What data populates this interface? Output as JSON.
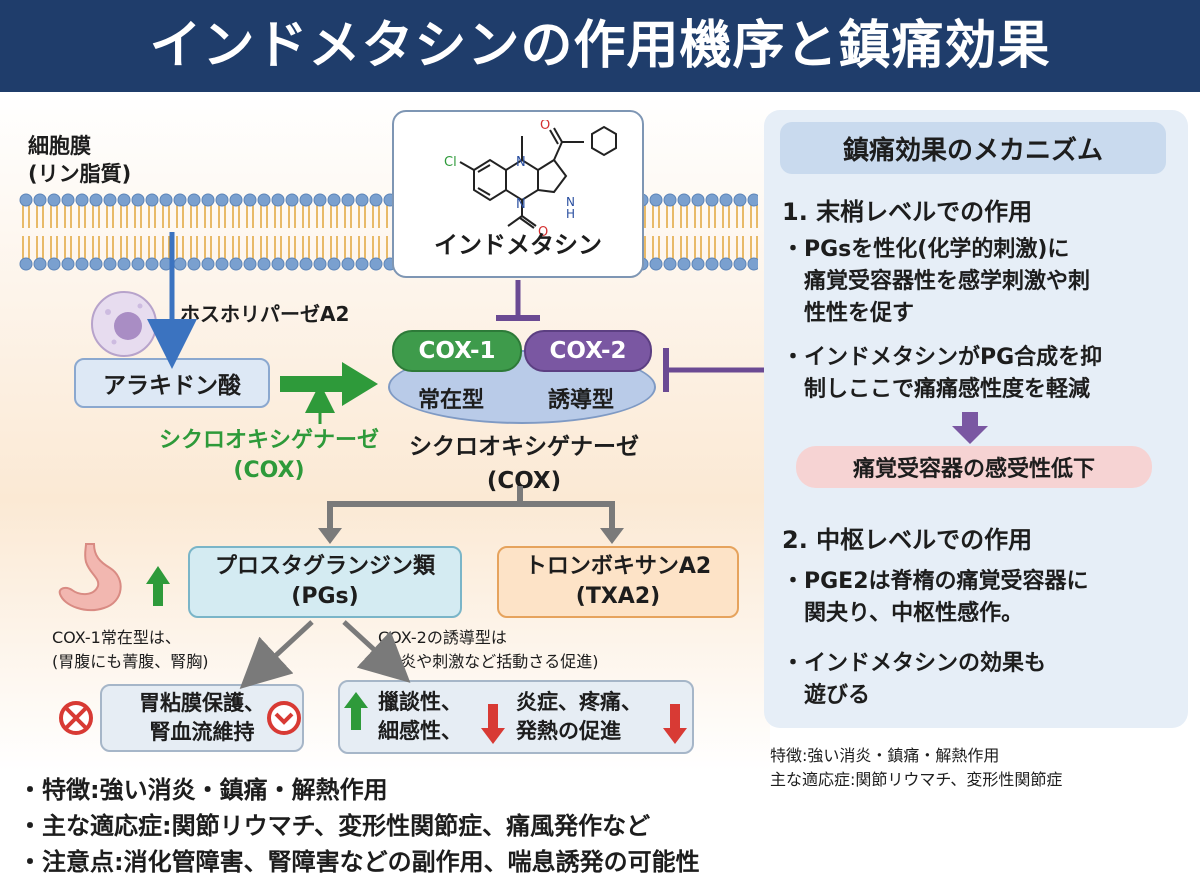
{
  "header": {
    "title": "インドメタシンの作用機序と鎮痛効果"
  },
  "membrane": {
    "label_line1": "細胞膜",
    "label_line2": "(リン脂質)"
  },
  "pathway": {
    "enzyme_a2": "ホスホリパーゼA2",
    "arachidonic_acid": "アラキドン酸",
    "cox_label_green_line1": "シクロオキシゲナーゼ",
    "cox_label_green_line2": "(COX)"
  },
  "drug": {
    "name": "インドメタシン",
    "molecule_atoms": {
      "cl": "Cl",
      "n": "N",
      "o": "O",
      "nh": "N",
      "h": "H"
    }
  },
  "cox": {
    "cox1": "COX-1",
    "cox2": "COX-2",
    "cox1_type": "常在型",
    "cox2_type": "誘導型",
    "name_line1": "シクロオキシゲナーゼ",
    "name_line2": "(COX)"
  },
  "products": {
    "pg_line1": "プロスタグランジン類",
    "pg_line2": "(PGs)",
    "tx_line1": "トロンボキサンA2",
    "tx_line2": "(TXA2)"
  },
  "notes": {
    "cox1_line1": "COX-1常在型は、",
    "cox1_line2": "(胃腹にも菁腹、腎胸)",
    "cox2_line1": "COX-2の誘導型は",
    "cox2_line2": "(炎炎や刺激など括動さる促進)"
  },
  "effects": {
    "gastric_line1": "胃粘膜保護、",
    "gastric_line2": "腎血流維持",
    "inf_a_line1": "擸談性、",
    "inf_a_line2": "細感性、",
    "inf_b_line1": "炎症、疼痛、",
    "inf_b_line2": "発熱の促進"
  },
  "mechanism": {
    "title": "鎮痛効果のメカニズム",
    "section1": "1. 末梢レベルでの作用",
    "s1_b1_l1": "PGsを性化(化学的刺激)に",
    "s1_b1_l2": "痛覚受容器性を感学刺激や刺",
    "s1_b1_l3": "性性を促す",
    "s1_b2_l1": "インドメタシンがPG合成を抑",
    "s1_b2_l2": "制しここで痛痛感性度を軽減",
    "result": "痛覚受容器の感受性低下",
    "section2": "2. 中枢レベルでの作用",
    "s2_b1_l1": "PGE2は脊楕の痛覚受容器に",
    "s2_b1_l2": "関夬り、中枢性感作。",
    "s2_b2_l1": "インドメタシンの効果も",
    "s2_b2_l2": "遊びる",
    "bullet_mark": "・"
  },
  "small_notes": {
    "line1": "特徴:強い消炎・鎮痛・解熱作用",
    "line2": "主な適応症:関節リウマチ、変形性関節症"
  },
  "bottom": {
    "item1": "・特徴:強い消炎・鎮痛・解熱作用",
    "item2": "・主な適応症:関節リウマチ、変形性関節症、痛風発作など",
    "item3": "・注意点:消化管障害、腎障害などの副作用、喘息誘発の可能性"
  },
  "colors": {
    "header": "#1f3d6b",
    "green": "#2e9a3a",
    "purple": "#6b4a93",
    "red": "#d83a34",
    "gray": "#7a7a7a"
  }
}
